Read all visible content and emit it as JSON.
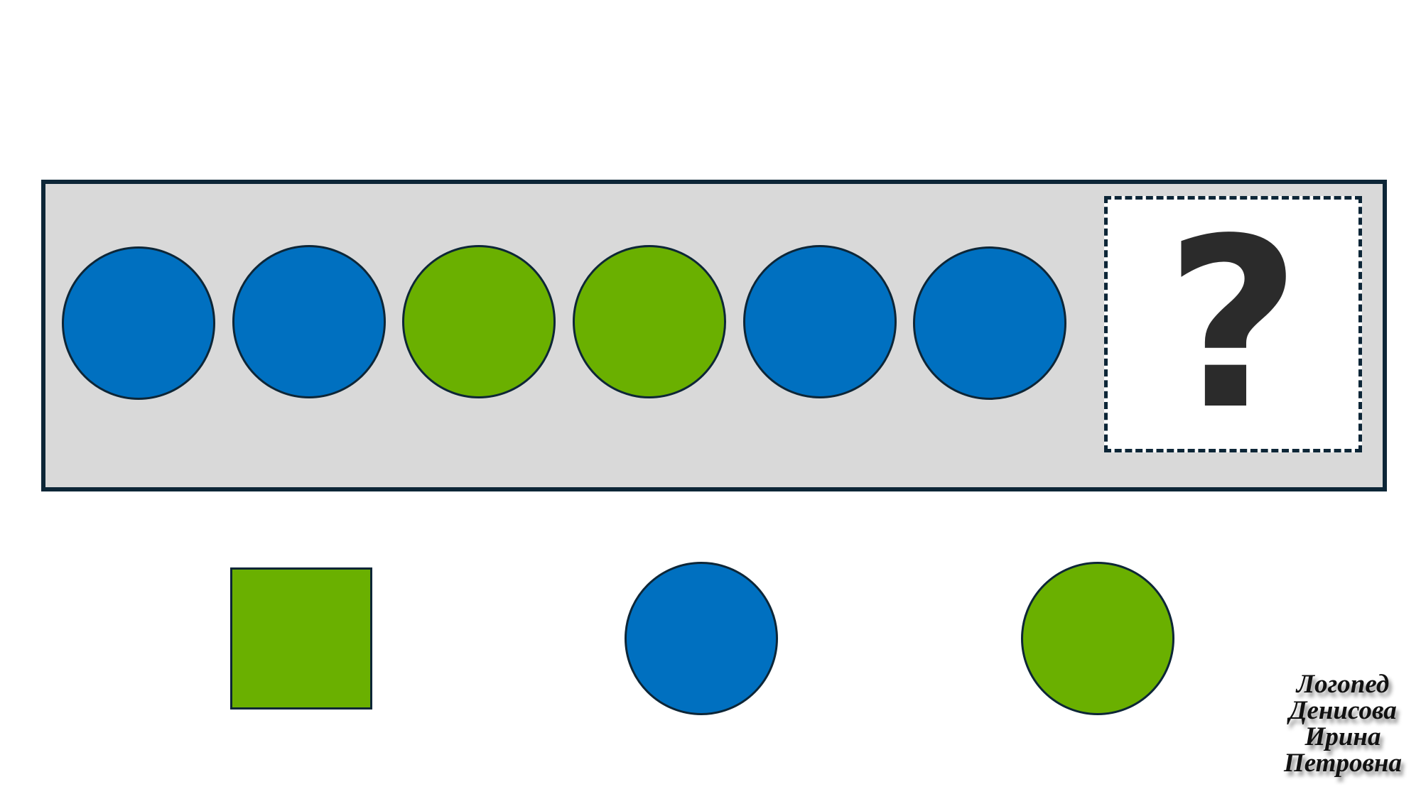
{
  "colors": {
    "blue": "#0070c0",
    "green": "#6ab000",
    "frame": "#0d2637",
    "panel": "#d9d9d9"
  },
  "sequence": [
    "blue",
    "blue",
    "green",
    "green",
    "blue",
    "blue"
  ],
  "slot": {
    "text": "?"
  },
  "options": [
    {
      "shape": "square",
      "color": "green"
    },
    {
      "shape": "circle",
      "color": "blue"
    },
    {
      "shape": "circle",
      "color": "green"
    }
  ],
  "signature": {
    "lines": [
      "Логопед",
      "Денисова",
      "Ирина",
      "Петровна"
    ]
  }
}
